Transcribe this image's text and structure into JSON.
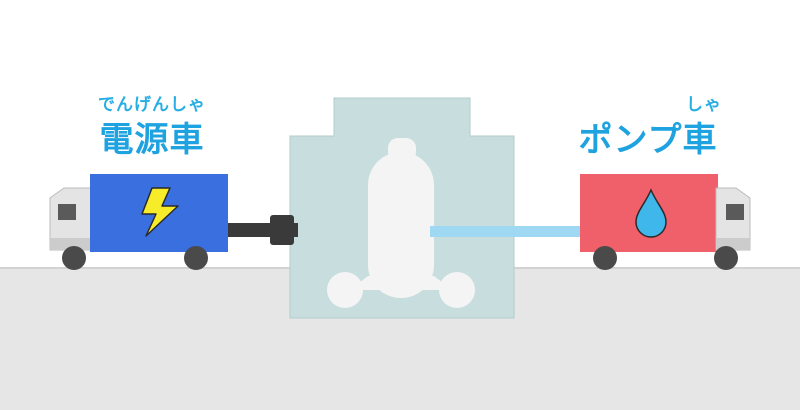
{
  "labels": {
    "power_truck": {
      "ruby": "でんげんしゃ",
      "name": "電源車"
    },
    "pump_truck": {
      "ruby": "しゃ",
      "name": "ポンプ車"
    }
  },
  "colors": {
    "power_truck_body": "#3a6fe0",
    "pump_truck_body": "#f0606a",
    "label_text": "#1fa3e0",
    "building": "#c8dede",
    "ground": "#e6e6e6",
    "water_pipe": "#9fd8f2",
    "power_cable": "#3a3a3a"
  },
  "icons": {
    "power_truck": "lightning-bolt-icon",
    "pump_truck": "water-drop-icon"
  }
}
